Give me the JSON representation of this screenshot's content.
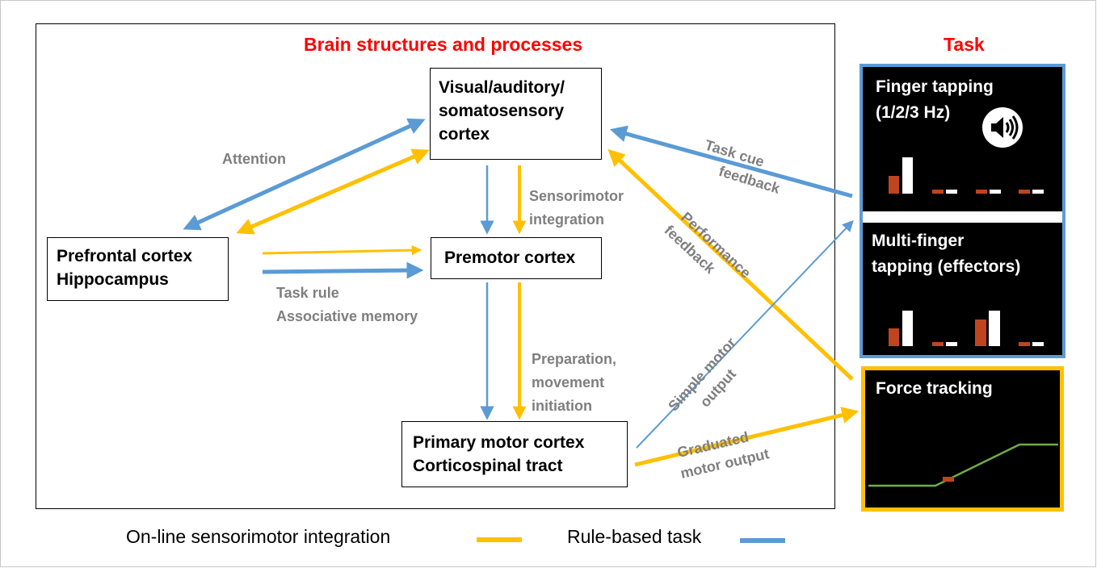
{
  "titles": {
    "brain": "Brain structures and processes",
    "task": "Task"
  },
  "nodes": {
    "sensory": [
      "Visual/auditory/",
      "somatosensory",
      "cortex"
    ],
    "prefrontal": [
      "Prefrontal cortex",
      "Hippocampus"
    ],
    "premotor": [
      "Premotor cortex"
    ],
    "primary": [
      "Primary motor cortex",
      "Corticospinal tract"
    ]
  },
  "labels": {
    "attention": "Attention",
    "sensorimotor": [
      "Sensorimotor",
      "integration"
    ],
    "task_rule": [
      "Task rule",
      "Associative memory"
    ],
    "preparation": [
      "Preparation,",
      "movement",
      "initiation"
    ],
    "task_cue": [
      "Task cue",
      "feedback"
    ],
    "performance": [
      "Performance",
      "feedback"
    ],
    "simple_motor": [
      "Simple motor",
      "output"
    ],
    "graduated": [
      "Graduated",
      "motor output"
    ]
  },
  "tasks": {
    "finger_tapping": [
      "Finger tapping",
      "(1/2/3 Hz)"
    ],
    "multi_finger": [
      "Multi-finger",
      "tapping (effectors)"
    ],
    "force_tracking": "Force tracking"
  },
  "legend": {
    "online": "On-line sensorimotor integration",
    "rule": "Rule-based task"
  },
  "colors": {
    "blue": "#5b9bd5",
    "orange": "#ffc000",
    "red_title": "#ff0000",
    "gray_label": "#7f7f7f",
    "bar_red": "#c0451f",
    "bar_white": "#ffffff",
    "trace_green": "#70ad47"
  },
  "icons": {
    "speaker": "speaker-icon"
  }
}
